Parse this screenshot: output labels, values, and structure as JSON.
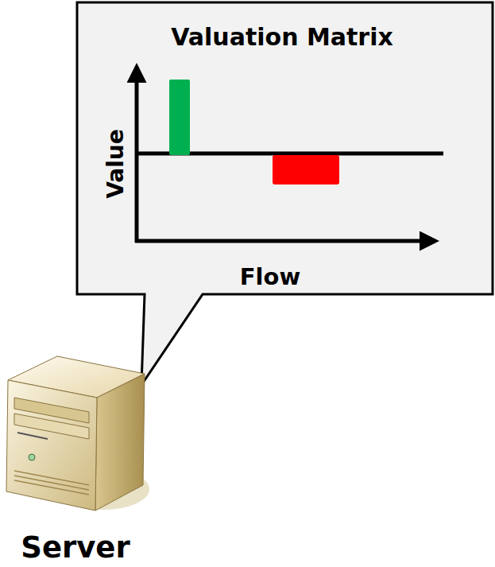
{
  "diagram": {
    "nodes": [
      {
        "text": [
          "Valuation Matrix"
        ]
      }
    ],
    "labels": [
      "Value",
      "Flow",
      "Server"
    ]
  }
}
